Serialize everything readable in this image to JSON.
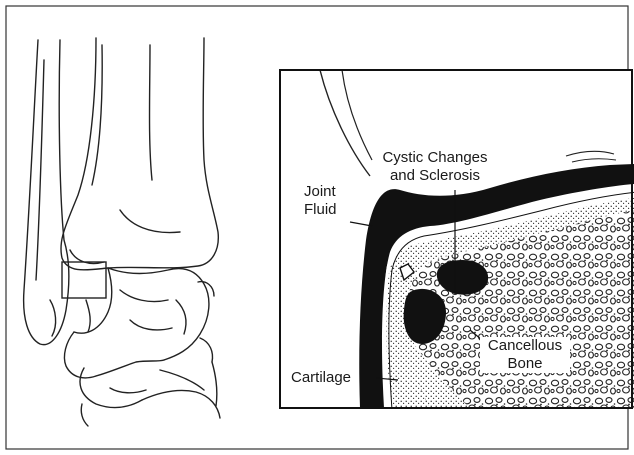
{
  "labels": {
    "cystic_changes": "Cystic Changes",
    "and_sclerosis": "and Sclerosis",
    "joint": "Joint",
    "fluid": "Fluid",
    "cartilage": "Cartilage",
    "cancellous": "Cancellous",
    "bone": "Bone"
  }
}
